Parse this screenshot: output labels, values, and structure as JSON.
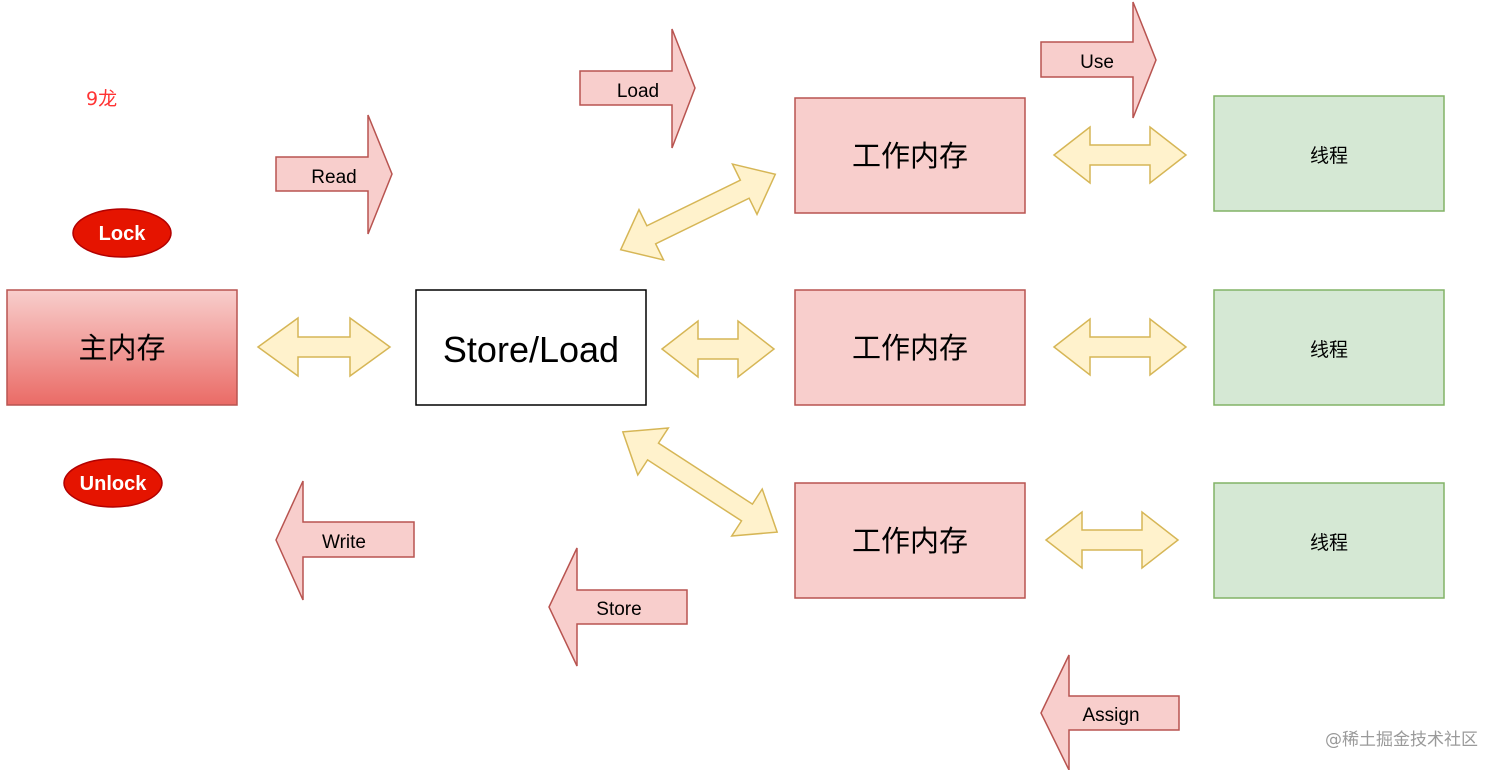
{
  "note_label": "9龙",
  "lock_label": "Lock",
  "unlock_label": "Unlock",
  "main_memory_label": "主内存",
  "store_load_label": "Store/Load",
  "working_memories": [
    "工作内存",
    "工作内存",
    "工作内存"
  ],
  "threads": [
    "线程",
    "线程",
    "线程"
  ],
  "ops": {
    "read": "Read",
    "write": "Write",
    "load": "Load",
    "store": "Store",
    "use": "Use",
    "assign": "Assign"
  },
  "watermark": "@稀土掘金技术社区",
  "colors": {
    "red_fill": "#f8cecc",
    "red_stroke": "#b85450",
    "green_fill": "#d5e8d4",
    "green_stroke": "#82b366",
    "yellow_fill": "#fff2cc",
    "yellow_stroke": "#d6b656",
    "lock_fill": "#e51400",
    "note_text": "#ff3333"
  }
}
